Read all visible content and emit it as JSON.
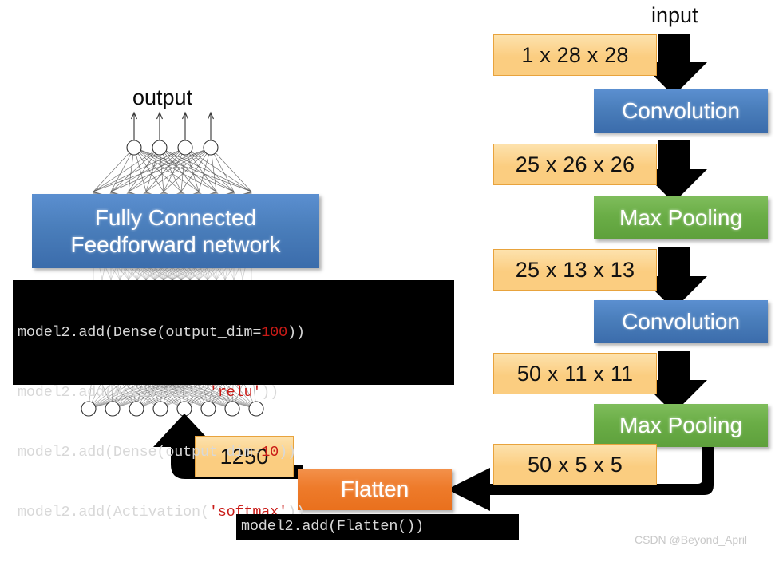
{
  "diagram": {
    "title_labels": {
      "input": "input",
      "output": "output"
    },
    "right_pipeline": [
      {
        "kind": "tensor",
        "name": "input-shape",
        "label": "1 x 28 x 28"
      },
      {
        "kind": "op",
        "name": "convolution-1",
        "label": "Convolution",
        "color": "#4a7ebb"
      },
      {
        "kind": "tensor",
        "name": "conv1-output",
        "label": "25 x 26 x 26"
      },
      {
        "kind": "op",
        "name": "maxpool-1",
        "label": "Max Pooling",
        "color": "#6aad46"
      },
      {
        "kind": "tensor",
        "name": "pool1-output",
        "label": "25 x 13 x 13"
      },
      {
        "kind": "op",
        "name": "convolution-2",
        "label": "Convolution",
        "color": "#4a7ebb"
      },
      {
        "kind": "tensor",
        "name": "conv2-output",
        "label": "50 x 11 x 11"
      },
      {
        "kind": "op",
        "name": "maxpool-2",
        "label": "Max Pooling",
        "color": "#6aad46"
      },
      {
        "kind": "tensor",
        "name": "pool2-output",
        "label": "50 x 5 x 5"
      }
    ],
    "flatten": {
      "label": "Flatten",
      "color": "#ee7b2b"
    },
    "flatten_size": {
      "label": "1250"
    },
    "fully_connected": {
      "line1": "Fully Connected",
      "line2": "Feedforward network",
      "color": "#4a7ebb"
    },
    "network": {
      "output_nodes": 4,
      "hidden_nodes": 10,
      "input_nodes": 8
    }
  },
  "code_blocks": {
    "dense_block": {
      "lines": [
        {
          "pre": "model2.add(Dense(output_dim=",
          "hl": "100",
          "post": "))"
        },
        {
          "pre": "model2.add(Activation(",
          "hl": "'relu'",
          "post": "))"
        },
        {
          "pre": "model2.add(Dense(output_dim=",
          "hl": "10",
          "post": "))"
        },
        {
          "pre": "model2.add(Activation(",
          "hl": "'softmax'",
          "post": "))"
        }
      ]
    },
    "flatten_block": {
      "text": "model2.add(Flatten())"
    }
  },
  "watermark": {
    "text": "CSDN @Beyond_April"
  },
  "colors": {
    "tensor_fill": "#fbcd80",
    "tensor_border": "#e8a33d",
    "blue": "#4a7ebb",
    "green": "#6aad46",
    "orange": "#ee7b2b",
    "arrow": "#000000",
    "background": "#ffffff"
  }
}
